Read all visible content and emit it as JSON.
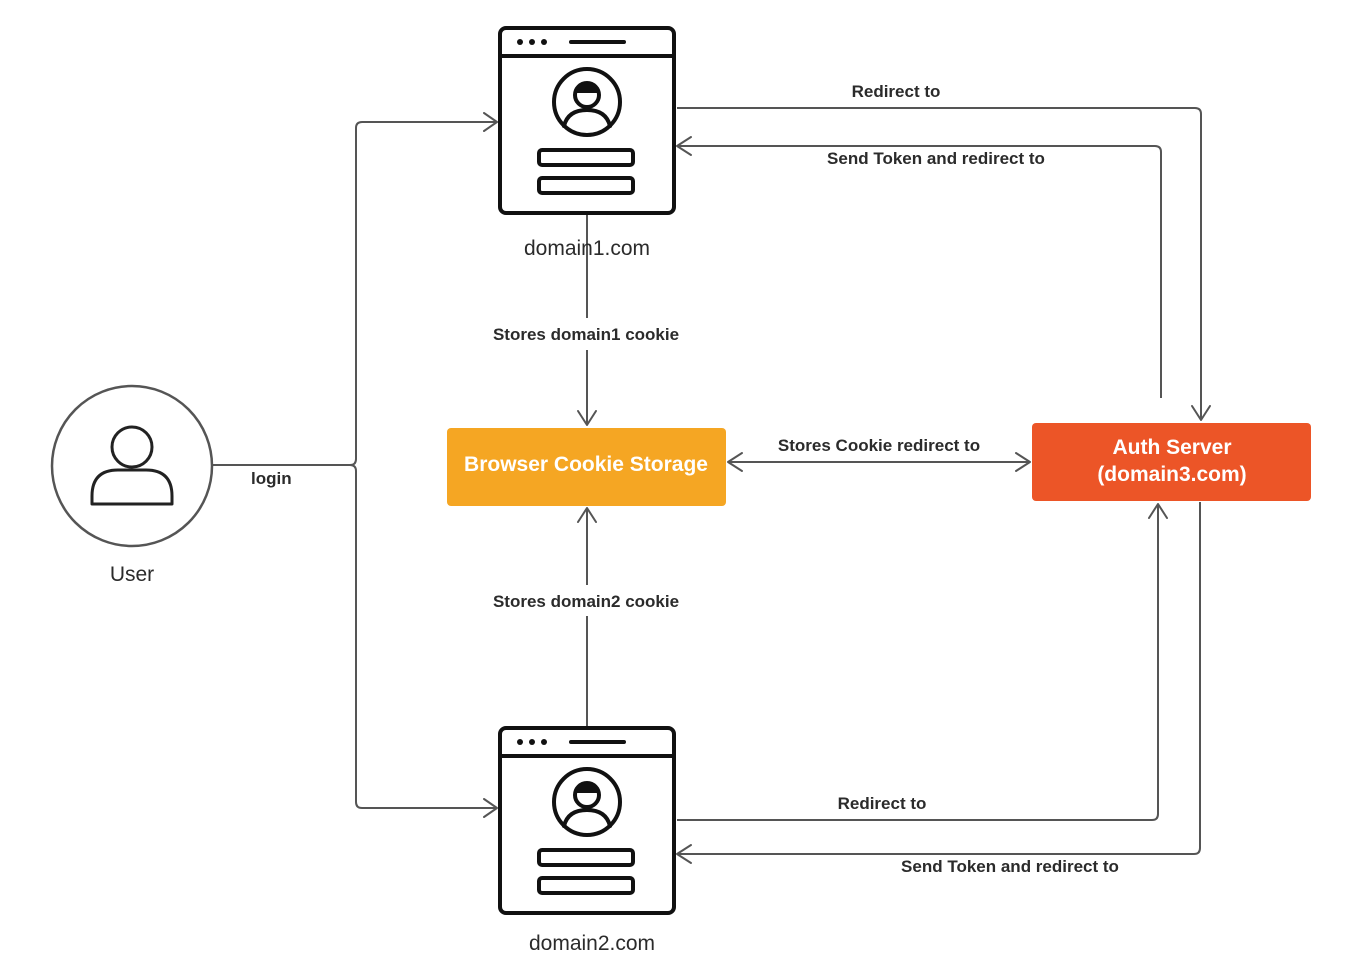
{
  "nodes": {
    "user": {
      "caption": "User"
    },
    "domain1": {
      "caption": "domain1.com"
    },
    "domain2": {
      "caption": "domain2.com"
    },
    "cookie_storage": {
      "label": "Browser Cookie Storage",
      "color": "#F5A623"
    },
    "auth_server": {
      "line1": "Auth Server",
      "line2": "(domain3.com)",
      "color": "#EC5527"
    }
  },
  "edges": {
    "login": "login",
    "d1_redirect": "Redirect to",
    "d1_send_token": "Send Token and redirect to",
    "d1_store": "Stores domain1 cookie",
    "d2_store": "Stores domain2 cookie",
    "storage_auth": "Stores Cookie redirect to",
    "d2_redirect": "Redirect to",
    "d2_send_token": "Send Token and redirect to"
  },
  "icons": [
    "user-icon",
    "browser-window-icon"
  ]
}
